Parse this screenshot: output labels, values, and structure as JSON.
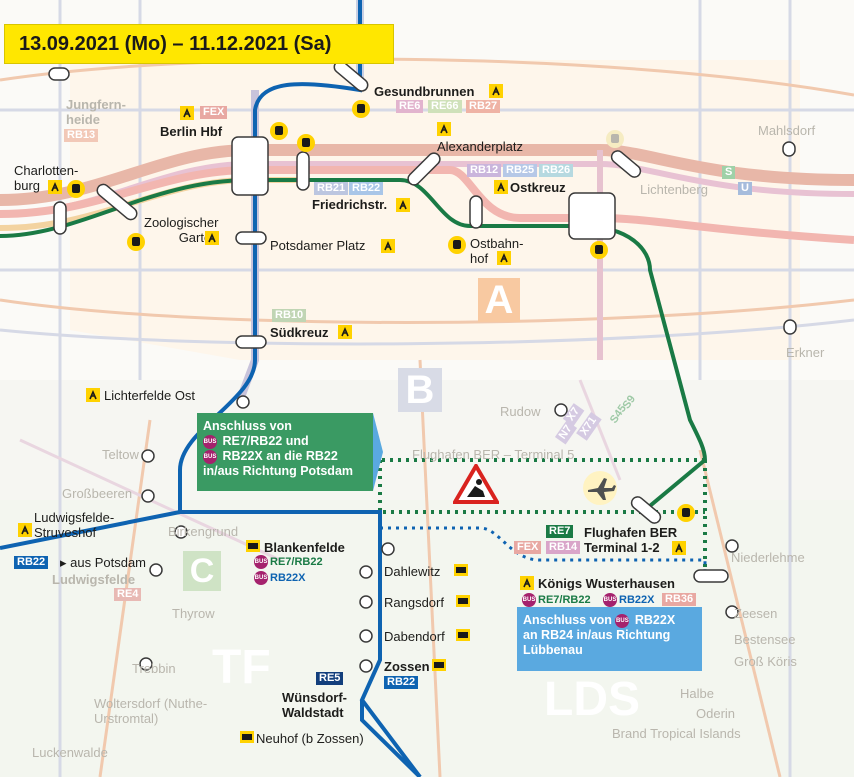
{
  "banner": {
    "date_range": "13.09.2021 (Mo) – 11.12.2021 (Sa)"
  },
  "zones": {
    "a": "A",
    "b": "B",
    "c": "C",
    "tf": "TF",
    "lds": "LDS"
  },
  "stations": {
    "gesundbrunnen": "Gesundbrunnen",
    "jungfernheide": "Jungfern-\nheide",
    "berlin_hbf": "Berlin Hbf",
    "alexanderplatz": "Alexanderplatz",
    "mahlsdorf": "Mahlsdorf",
    "charlottenburg": "Charlotten-\nburg",
    "friedrichstr": "Friedrichstr.",
    "ostkreuz": "Ostkreuz",
    "zoo": "Zoologischer\nGarten",
    "lichtenberg": "Lichtenberg",
    "potsdamer": "Potsdamer Platz",
    "ostbahnhof": "Ostbahn-\nhof",
    "suedkreuz": "Südkreuz",
    "erkner": "Erkner",
    "lichterfelde": "Lichterfelde Ost",
    "rudow": "Rudow",
    "teltow": "Teltow",
    "flughafen_t5": "Flughafen BER – Terminal 5",
    "grossbeeren": "Großbeeren",
    "ludwigsfelde_struveshof": "Ludwigsfelde-\nStruveshof",
    "birkengrund": "Birkengrund",
    "flughafen_t12": "Flughafen BER\nTerminal 1-2",
    "blankenfelde": "Blankenfelde",
    "niederlehme": "Niederlehme",
    "aus_potsdam": "aus Potsdam",
    "ludwigsfelde": "Ludwigsfelde",
    "dahlewitz": "Dahlewitz",
    "koenigs_wusterhausen": "Königs Wusterhausen",
    "zeesen": "Zeesen",
    "thyrow": "Thyrow",
    "rangsdorf": "Rangsdorf",
    "bestensee": "Bestensee",
    "gross_koeris": "Groß Köris",
    "dabendorf": "Dabendorf",
    "trebbin": "Trebbin",
    "zossen": "Zossen",
    "halbe": "Halbe",
    "woltersdorf": "Woltersdorf (Nuthe-\nUrstromtal)",
    "wuensdorf": "Wünsdorf-\nWaldstadt",
    "oderin": "Oderin",
    "brand": "Brand Tropical Islands",
    "luckenwalde": "Luckenwalde",
    "neuhof": "Neuhof (b Zossen)"
  },
  "line_tags": {
    "fex1": "FEX",
    "rb13": "RB13",
    "re6": "RE6",
    "re66": "RE66",
    "rb27": "RB27",
    "rb21": "RB21",
    "rb22a": "RB22",
    "rb12": "RB12",
    "rb25": "RB25",
    "rb26": "RB26",
    "u": "U",
    "s": "S",
    "rb10": "RB10",
    "x7": "X7",
    "x71": "X71",
    "n7": "N7",
    "s45": "S45",
    "s9": "S9",
    "re7a": "RE7",
    "fex2": "FEX",
    "rb14": "RB14",
    "rb22b": "RB22",
    "re4": "RE4",
    "re7b": "RE7/RB22",
    "rb22x_a": "RB22X",
    "re7c": "RE7/RB22",
    "rb22x_b": "RB22X",
    "rb36": "RB36",
    "re5": "RE5",
    "rb22c": "RB22",
    "bus": "BUS"
  },
  "notes": {
    "green_box": "Anschluss von\n{BUS} RE7/RB22 und\n{BUS} RB22X an die RB22\nin/aus Richtung Potsdam",
    "blue_box": "Anschluss von {BUS} RB22X\nan RB24 in/aus Richtung\nLübbenau"
  },
  "colors": {
    "green_line": "#1a7a45",
    "blue_line": "#0e63b1",
    "banner": "#ffe700",
    "bus": "#a5226d",
    "re": "#da1f26",
    "note_green": "#3a9a63",
    "note_blue": "#5aa9e0"
  },
  "icons": [
    "tram-icon",
    "accessible-icon",
    "construction-warning-icon",
    "airplane-icon",
    "bus-icon",
    "train-icon"
  ]
}
